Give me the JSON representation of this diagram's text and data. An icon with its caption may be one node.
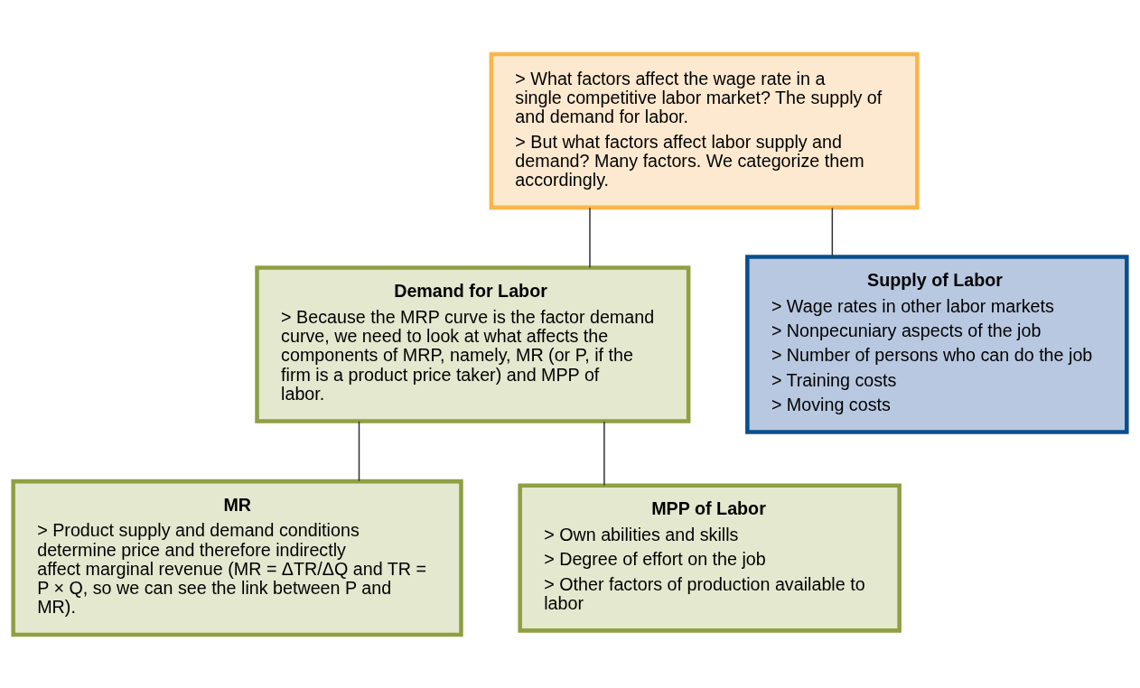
{
  "diagram": {
    "nodes": [
      {
        "text": [
          "> What factors affect the wage rate in a single competitive labor market? The supply of and demand for labor.",
          "> But what factors affect labor supply and demand? Many factors. We categorize them accordingly."
        ]
      },
      {
        "text": [
          "Demand for Labor",
          "> Because the MRP curve is the factor demand curve, we need to look at what affects the components of MRP, namely, MR (or P, if the firm is a product price taker) and MPP of labor."
        ]
      },
      {
        "text": [
          "Supply of Labor",
          "> Wage rates in other labor markets",
          "> Nonpecuniary aspects of the job",
          "> Number of persons who can do the job",
          "> Training costs",
          "> Moving costs"
        ]
      },
      {
        "text": [
          "MR",
          "> Product supply and demand conditions determine price and therefore indirectly affect marginal revenue (MR = ΔTR/ΔQ and TR = P × Q, so we can see the link between P and MR)."
        ]
      },
      {
        "text": [
          "MPP of Labor",
          "> Own abilities and skills",
          "> Degree of effort on the job",
          "> Other factors of production available to labor"
        ]
      }
    ],
    "edges": [
      {
        "from": 0,
        "to": 1,
        "arrow": "none"
      },
      {
        "from": 0,
        "to": 2,
        "arrow": "none"
      },
      {
        "from": 1,
        "to": 3,
        "arrow": "none"
      },
      {
        "from": 1,
        "to": 4,
        "arrow": "none"
      }
    ]
  }
}
